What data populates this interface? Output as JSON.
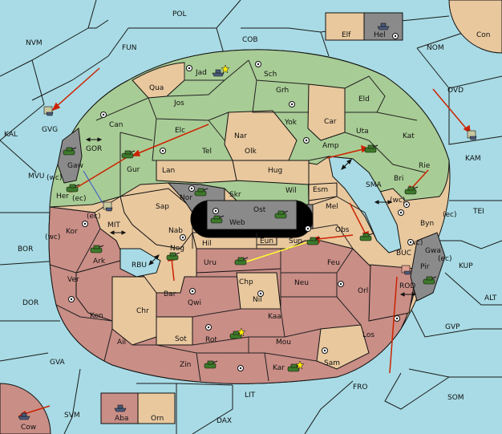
{
  "colors": {
    "sea": "#a8dbe5",
    "neutral": "#e9c89e",
    "green": "#a8cc95",
    "red": "#c98e86",
    "gray": "#8a8a8a",
    "black": "#000000",
    "order_arrow": "#cc2200",
    "convoy_line": "#ffff33"
  },
  "units": {
    "army_icon": "tank-icon",
    "fleet_icon": "ship-icon",
    "supply_center_icon": "supply-center-icon",
    "dislodged_marker": "burst-star-icon"
  },
  "labels": {
    "pol": "POL",
    "cob": "COB",
    "elf": "Elf",
    "hel": "Hel",
    "con": "Con",
    "nvm": "NVM",
    "fun": "FUN",
    "nom": "NOM",
    "ovd": "OVD",
    "kam": "KAM",
    "kal": "KAL",
    "gvg": "GVG",
    "mvu": "MVU",
    "tei": "TEI",
    "bor": "BOR",
    "dor": "DOR",
    "alt": "ALT",
    "kup": "KUP",
    "gvp": "GVP",
    "gva": "GVA",
    "som": "SOM",
    "fro": "FRO",
    "lit": "LIT",
    "dax": "DAX",
    "svm": "SVM",
    "cow": "Cow",
    "aba": "Aba",
    "orn": "Orn",
    "jad": "Jad",
    "sch": "Sch",
    "qua": "Qua",
    "jos": "Jos",
    "grh": "Grh",
    "eld": "Eld",
    "can": "Can",
    "yok": "Yok",
    "car": "Car",
    "uta": "Uta",
    "kat": "Kat",
    "elc": "Elc",
    "nar": "Nar",
    "tel": "Tel",
    "olk": "Olk",
    "amp": "Amp",
    "gor": "GOR",
    "gaw": "Gaw",
    "gur": "Gur",
    "lan": "Lan",
    "hug": "Hug",
    "rie": "Rie",
    "bri": "Bri",
    "wc": "(wc)",
    "her": "Her",
    "ec": "(ec)",
    "sma": "SMA",
    "wil": "Wil",
    "esm": "Esm",
    "nor": "Nor",
    "skr": "Skr",
    "ost": "Ost",
    "web": "Web",
    "mel": "Mel",
    "byn": "Byn",
    "sap": "Sap",
    "mit": "MIT",
    "kor": "Kor",
    "nab": "Nab",
    "eun": "Eun",
    "sun": "Sun",
    "obs": "Obs",
    "gwa": "Gwa",
    "buc": "BUC",
    "hil": "Hil",
    "nog": "Nog",
    "ark": "Ark",
    "rbu": "RBU",
    "uru": "Uru",
    "feu": "Feu",
    "pir": "Pir",
    "rod": "ROD",
    "chp": "Chp",
    "neu": "Neu",
    "orl": "Orl",
    "ver": "Ver",
    "bar": "Bar",
    "qwi": "Qwi",
    "nil": "Nil",
    "ken": "Ken",
    "chr": "Chr",
    "kaa": "Kaa",
    "los": "Los",
    "sot": "Sot",
    "rot": "Rot",
    "ail": "Ail",
    "mou": "Mou",
    "zin": "Zin",
    "kar": "Kar",
    "sam": "Sam"
  }
}
